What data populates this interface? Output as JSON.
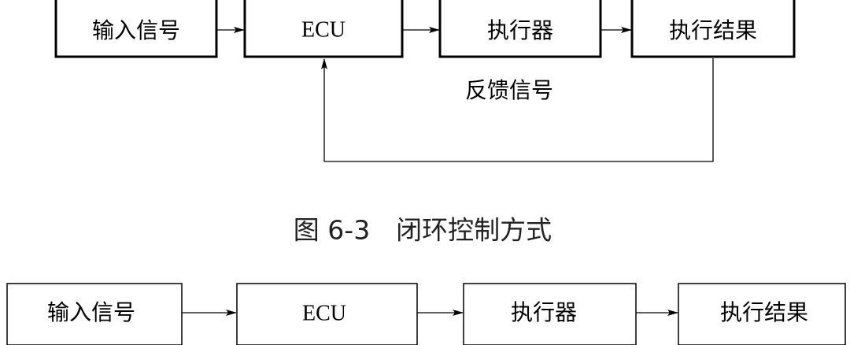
{
  "closed_loop": {
    "nodes": [
      "输入信号",
      "ECU",
      "执行器",
      "执行结果"
    ],
    "feedback_label": "反馈信号",
    "caption": "图 6-3　闭环控制方式"
  },
  "open_loop": {
    "nodes": [
      "输入信号",
      "ECU",
      "执行器",
      "执行结果"
    ]
  }
}
